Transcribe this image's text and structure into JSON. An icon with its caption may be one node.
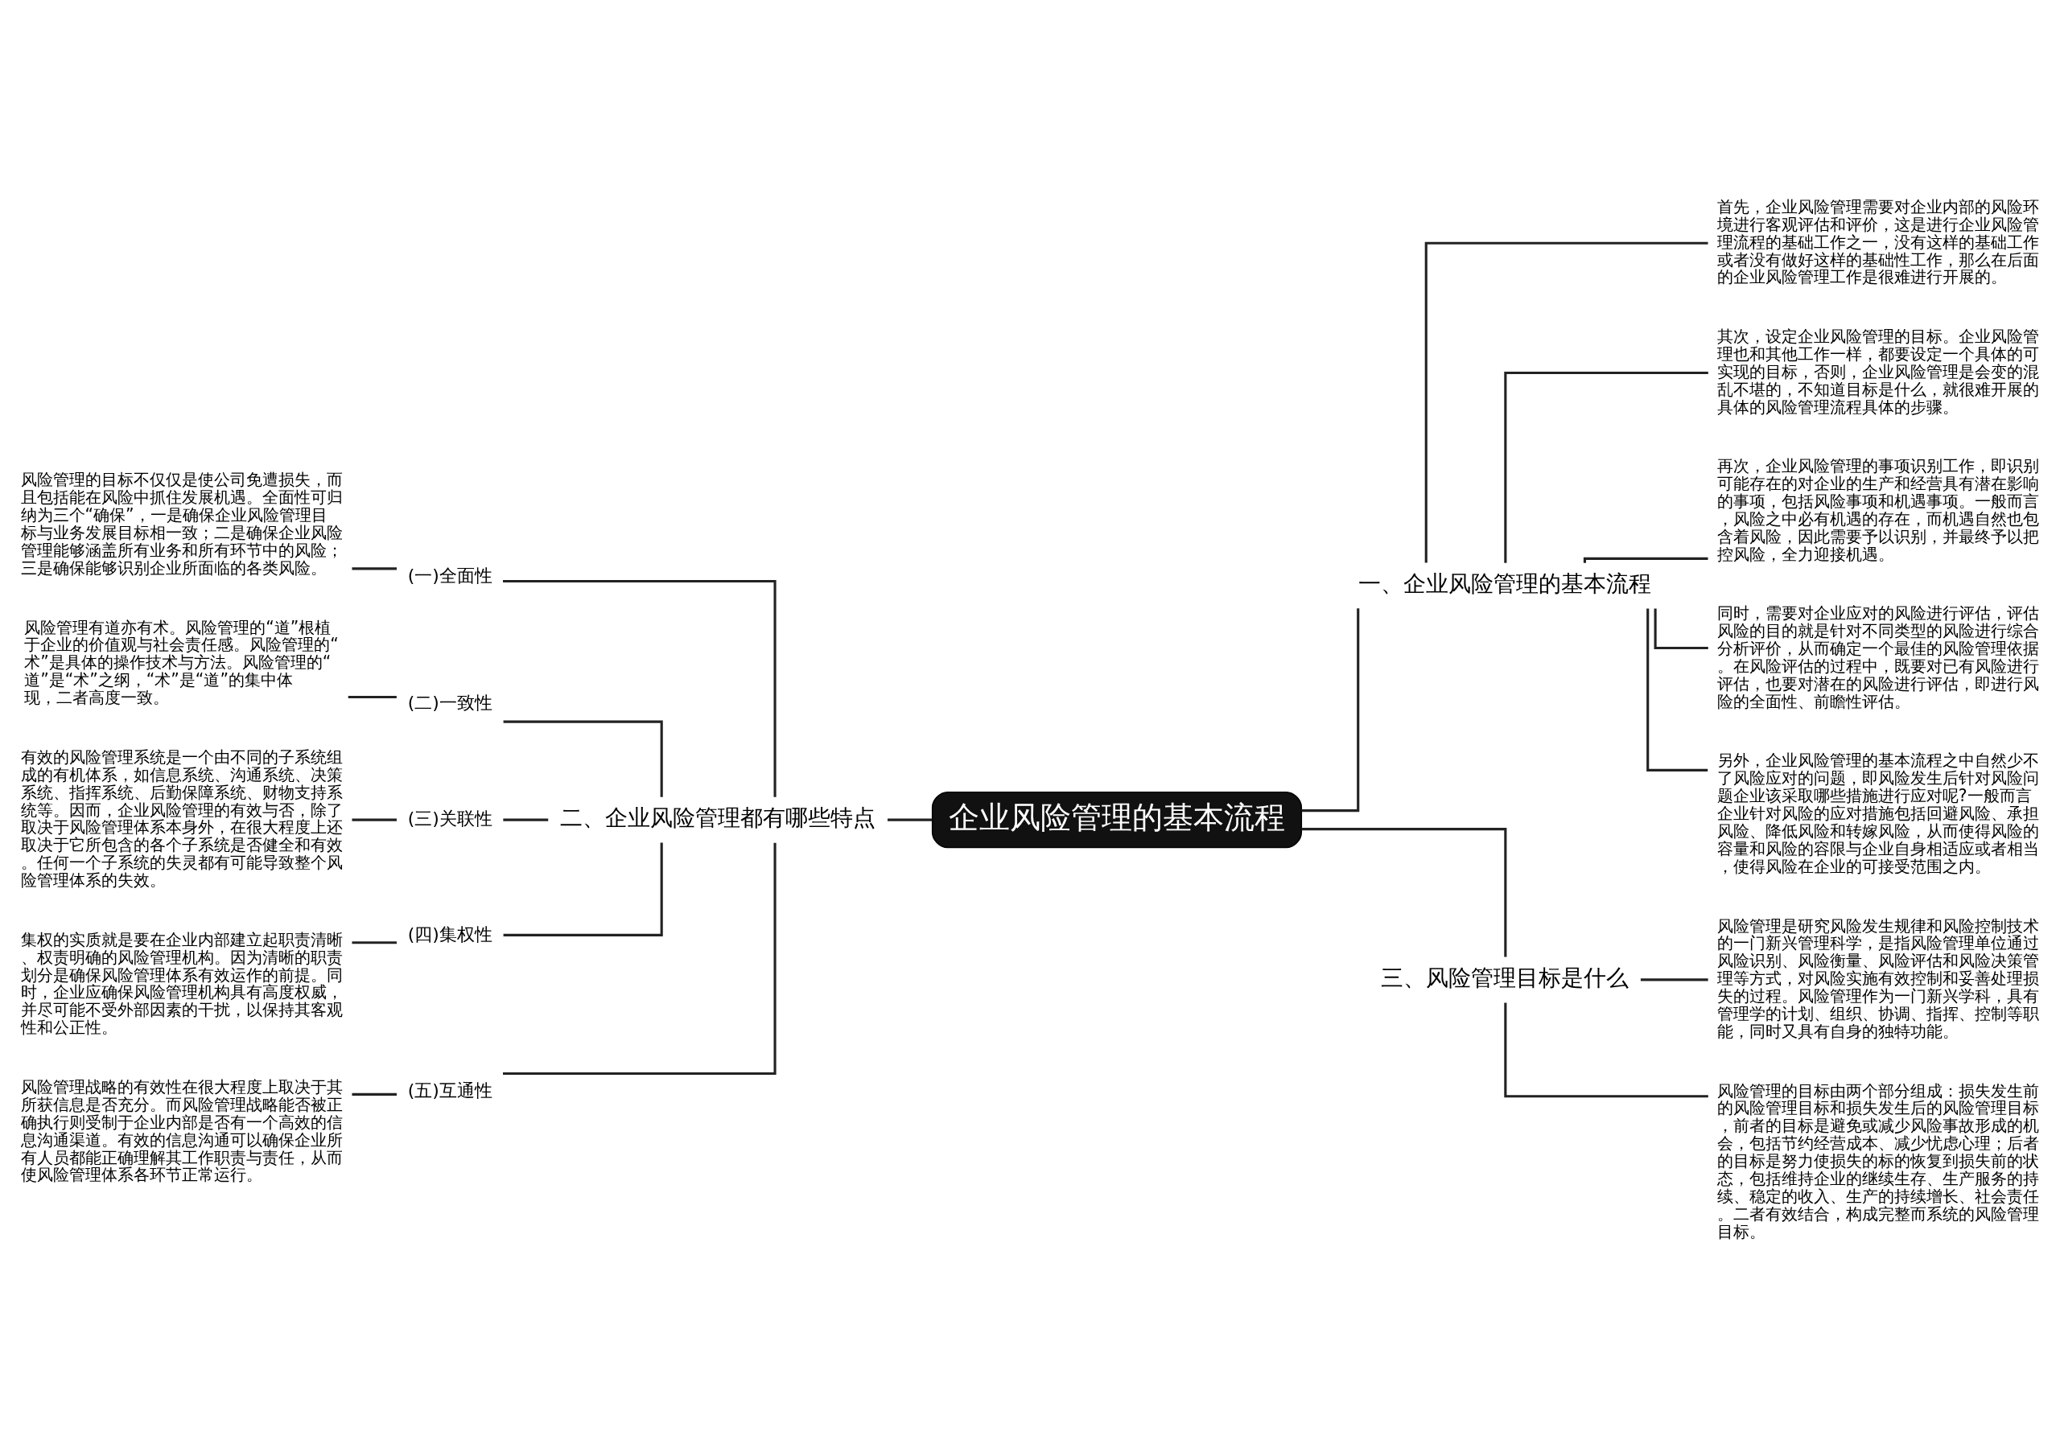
{
  "diagram": {
    "nodes": [
      {
        "text": [
          "企业风险管理的基本流程"
        ]
      },
      {
        "text": [
          "一、企业风险管理的基本流程"
        ]
      },
      {
        "text": [
          "首先，企业风险管理需要对企业内部的风险环境进行客观评估和评价，这是进行企业风险管理流程的基础工作之一，没有这样的基础工作或者没有做好这样的基础性工作，那么在后面的企业风险管理工作是很难进行开展的。"
        ]
      },
      {
        "text": [
          "其次，设定企业风险管理的目标。企业风险管理也和其他工作一样，都要设定一个具体的可实现的目标，否则，企业风险管理是会变的混乱不堪的，不知道目标是什么，就很难开展的具体的风险管理流程具体的步骤。"
        ]
      },
      {
        "text": [
          "再次，企业风险管理的事项识别工作，即识别可能存在的对企业的生产和经营具有潜在影响的事项，包括风险事项和机遇事项。一般而言，风险之中必有机遇的存在，而机遇自然也包含着风险，因此需要予以识别，并最终予以把控风险，全力迎接机遇。"
        ]
      },
      {
        "text": [
          "同时，需要对企业应对的风险进行评估，评估风险的目的就是针对不同类型的风险进行综合分析评价，从而确定一个最佳的风险管理依据。在风险评估的过程中，既要对已有风险进行评估，也要对潜在的风险进行评估，即进行风险的全面性、前瞻性评估。"
        ]
      },
      {
        "text": [
          "另外，企业风险管理的基本流程之中自然少不了风险应对的问题，即风险发生后针对风险问题企业该采取哪些措施进行应对呢?一般而言企业针对风险的应对措施包括回避风险、承担风险、降低风险和转嫁风险，从而使得风险的容量和风险的容限与企业自身相适应或者相当，使得风险在企业的可接受范围之内。"
        ]
      },
      {
        "text": [
          "三、风险管理目标是什么"
        ]
      },
      {
        "text": [
          "风险管理是研究风险发生规律和风险控制技术的一门新兴管理科学，是指风险管理单位通过风险识别、风险衡量、风险评估和风险决策管理等方式，对风险实施有效控制和妥善处理损失的过程。风险管理作为一门新兴学科，具有管理学的计划、组织、协调、指挥、控制等职能，同时又具有自身的独特功能。"
        ]
      },
      {
        "text": [
          "风险管理的目标由两个部分组成：损失发生前的风险管理目标和损失发生后的风险管理目标，前者的目标是避免或减少风险事故形成的机会，包括节约经营成本、减少忧虑心理；后者的目标是努力使损失的标的恢复到损失前的状态，包括维持企业的继续生存、生产服务的持续、稳定的收入、生产的持续增长、社会责任。二者有效结合，构成完整而系统的风险管理目标。"
        ]
      },
      {
        "text": [
          "二、企业风险管理都有哪些特点"
        ]
      },
      {
        "text": [
          "(一)全面性"
        ]
      },
      {
        "text": [
          "风险管理的目标不仅仅是使公司免遭损失，而且包括能在风险中抓住发展机遇。全面性可归纳为三个“确保”，一是确保企业风险管理目标与业务发展目标相一致；二是确保企业风险管理能够涵盖所有业务和所有环节中的风险；三是确保能够识别企业所面临的各类风险。"
        ]
      },
      {
        "text": [
          "(二)一致性"
        ]
      },
      {
        "text": [
          "风险管理有道亦有术。风险管理的“道”根植于企业的价值观与社会责任感。风险管理的“术”是具体的操作技术与方法。风险管理的“道”是“术”之纲，“术”是“道”的集中体现，二者高度一致。"
        ]
      },
      {
        "text": [
          "(三)关联性"
        ]
      },
      {
        "text": [
          "有效的风险管理系统是一个由不同的子系统组成的有机体系，如信息系统、沟通系统、决策系统、指挥系统、后勤保障系统、财物支持系统等。因而，企业风险管理的有效与否，除了取决于风险管理体系本身外，在很大程度上还取决于它所包含的各个子系统是否健全和有效。任何一个子系统的失灵都有可能导致整个风险管理体系的失效。"
        ]
      },
      {
        "text": [
          "(四)集权性"
        ]
      },
      {
        "text": [
          "集权的实质就是要在企业内部建立起职责清晰、权责明确的风险管理机构。因为清晰的职责划分是确保风险管理体系有效运作的前提。同时，企业应确保风险管理机构具有高度权威，并尽可能不受外部因素的干扰，以保持其客观性和公正性。"
        ]
      },
      {
        "text": [
          "(五)互通性"
        ]
      },
      {
        "text": [
          "风险管理战略的有效性在很大程度上取决于其所获信息是否充分。而风险管理战略能否被正确执行则受制于企业内部是否有一个高效的信息沟通渠道。有效的信息沟通可以确保企业所有人员都能正确理解其工作职责与责任，从而使风险管理体系各环节正常运行。"
        ]
      }
    ],
    "edges": [
      {
        "from": 0,
        "to": 1,
        "arrow": "none"
      },
      {
        "from": 1,
        "to": 2,
        "arrow": "none"
      },
      {
        "from": 1,
        "to": 3,
        "arrow": "none"
      },
      {
        "from": 1,
        "to": 4,
        "arrow": "none"
      },
      {
        "from": 1,
        "to": 5,
        "arrow": "none"
      },
      {
        "from": 1,
        "to": 6,
        "arrow": "none"
      },
      {
        "from": 0,
        "to": 7,
        "arrow": "none"
      },
      {
        "from": 7,
        "to": 8,
        "arrow": "none"
      },
      {
        "from": 7,
        "to": 9,
        "arrow": "none"
      },
      {
        "from": 0,
        "to": 10,
        "arrow": "none"
      },
      {
        "from": 10,
        "to": 11,
        "arrow": "none"
      },
      {
        "from": 11,
        "to": 12,
        "arrow": "none"
      },
      {
        "from": 10,
        "to": 13,
        "arrow": "none"
      },
      {
        "from": 13,
        "to": 14,
        "arrow": "none"
      },
      {
        "from": 10,
        "to": 15,
        "arrow": "none"
      },
      {
        "from": 15,
        "to": 16,
        "arrow": "none"
      },
      {
        "from": 10,
        "to": 17,
        "arrow": "none"
      },
      {
        "from": 17,
        "to": 18,
        "arrow": "none"
      },
      {
        "from": 10,
        "to": 19,
        "arrow": "none"
      },
      {
        "from": 19,
        "to": 20,
        "arrow": "none"
      }
    ]
  }
}
